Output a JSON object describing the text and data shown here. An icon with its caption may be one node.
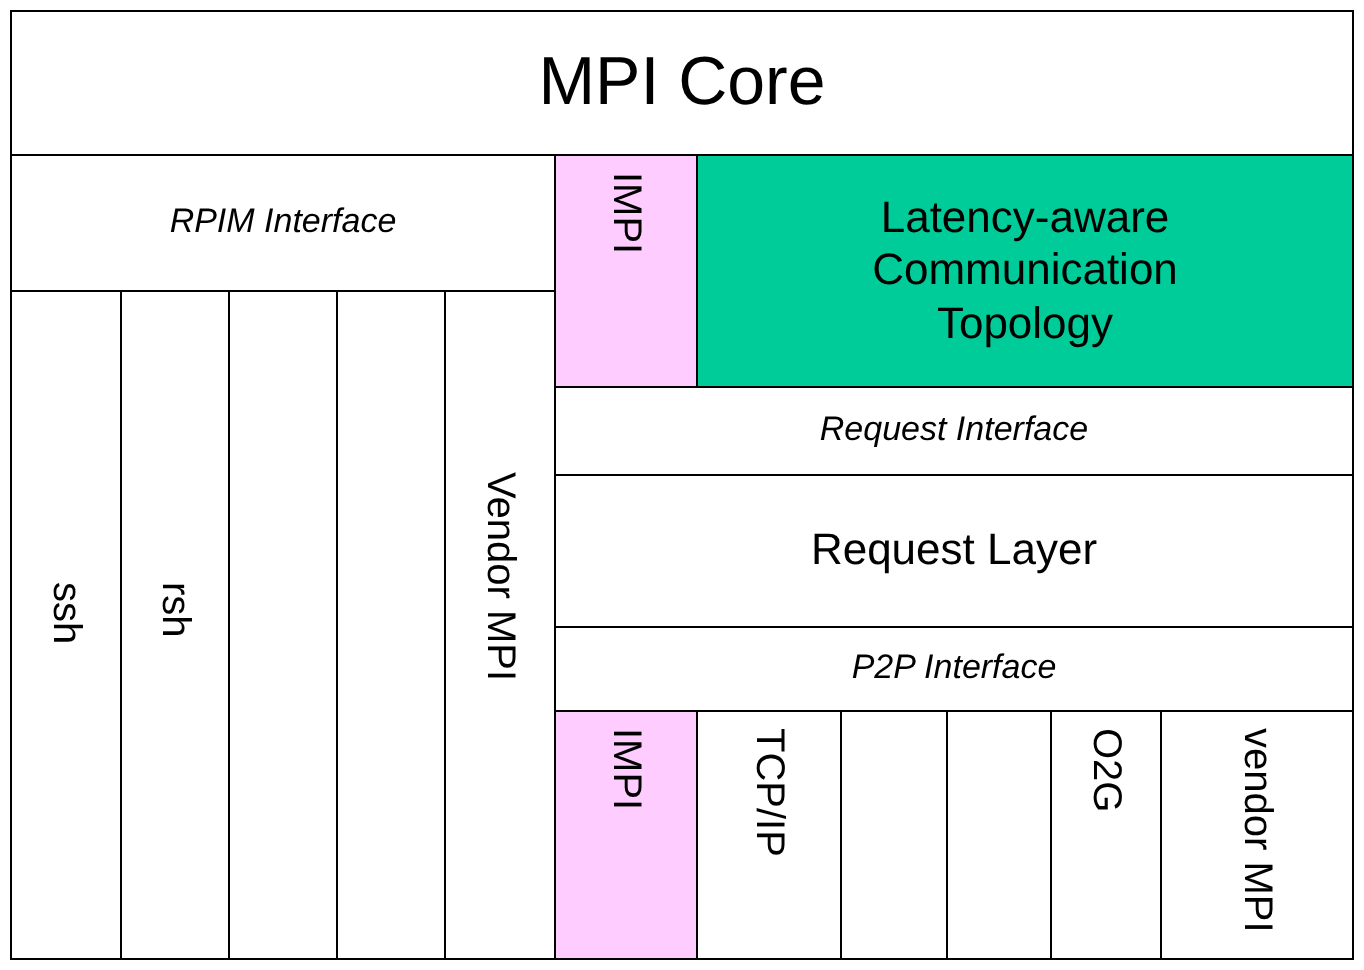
{
  "diagram": {
    "nodes": [
      {
        "text": [
          "MPI Core"
        ]
      },
      {
        "text": [
          "RPIM Interface"
        ]
      },
      {
        "text": [
          "IMPI"
        ]
      },
      {
        "text": [
          "Latency-aware Communication Topology"
        ]
      },
      {
        "text": [
          "ssh"
        ]
      },
      {
        "text": [
          "rsh"
        ]
      },
      {
        "text": [],
        "shape": "box"
      },
      {
        "text": [],
        "shape": "box"
      },
      {
        "text": [
          "Vendor MPI"
        ]
      },
      {
        "text": [
          "Request Interface"
        ]
      },
      {
        "text": [
          "Request Layer"
        ]
      },
      {
        "text": [
          "P2P Interface"
        ]
      },
      {
        "text": [
          "IMPI"
        ]
      },
      {
        "text": [
          "TCP/IP"
        ]
      },
      {
        "text": [],
        "shape": "box"
      },
      {
        "text": [],
        "shape": "box"
      },
      {
        "text": [
          "O2G"
        ]
      },
      {
        "text": [
          "vendor MPI"
        ]
      }
    ]
  }
}
